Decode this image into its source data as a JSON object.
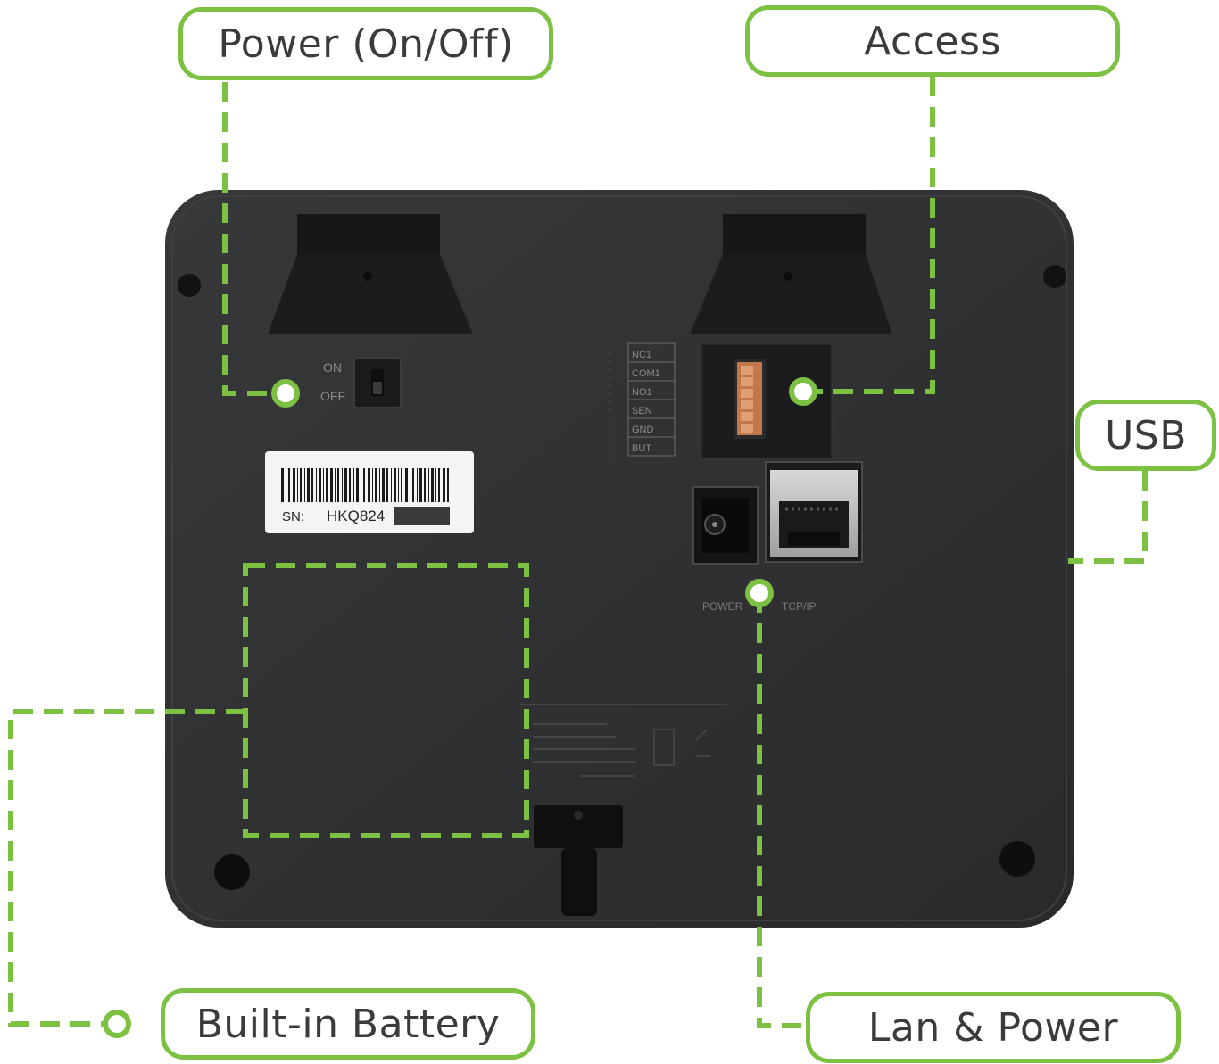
{
  "callouts": {
    "power": "Power (On/Off)",
    "access": "Access",
    "usb": "USB",
    "battery": "Built-in Battery",
    "lan_power": "Lan & Power"
  },
  "device": {
    "switch_on": "ON",
    "switch_off": "OFF",
    "terminals": [
      "NC1",
      "COM1",
      "NO1",
      "SEN",
      "GND",
      "BUT"
    ],
    "serial_prefix": "SN:",
    "serial_number": "HKQ824",
    "port_power": "POWER",
    "port_tcpip": "TCP/IP"
  },
  "colors": {
    "accent_green": "#7cc142",
    "device_body": "#2d2e30",
    "label_text": "#3b3b3b"
  }
}
